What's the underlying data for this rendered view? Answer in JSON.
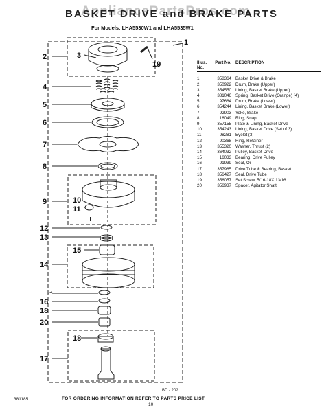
{
  "header": {
    "title": "BASKET DRIVE and BRAKE PARTS",
    "watermark": "AppliancePartsPros.com",
    "models": "For Models: LHA5530W1  and LHA5535W1"
  },
  "callouts": [
    "1",
    "2",
    "3",
    "19",
    "4",
    "5",
    "6",
    "7",
    "8",
    "9",
    "10",
    "11",
    "12",
    "13",
    "14",
    "15",
    "16",
    "18",
    "20",
    "18",
    "17"
  ],
  "table": {
    "headers": {
      "illus": "Illus. No.",
      "part": "Part No.",
      "desc": "DESCRIPTION"
    },
    "rows": [
      {
        "illus": "1",
        "part": "358364",
        "desc": "Basket Drive & Brake"
      },
      {
        "illus": "2",
        "part": "350922",
        "desc": "Drum, Brake (Upper)"
      },
      {
        "illus": "3",
        "part": "354550",
        "desc": "Lining, Basket Brake (Upper)"
      },
      {
        "illus": "4",
        "part": "381046",
        "desc": "Spring, Basket Drive (Orange) (4)"
      },
      {
        "illus": "5",
        "part": "97664",
        "desc": "Drum, Brake (Lower)"
      },
      {
        "illus": "6",
        "part": "354244",
        "desc": "Lining, Basket Brake (Lower)"
      },
      {
        "illus": "7",
        "part": "92903",
        "desc": "Yoke, Brake"
      },
      {
        "illus": "8",
        "part": "16049",
        "desc": "Ring, Snap"
      },
      {
        "illus": "9",
        "part": "357155",
        "desc": "Plate & Lining, Basket Drive"
      },
      {
        "illus": "10",
        "part": "354243",
        "desc": "Lining, Basket Drive (Set of 3)"
      },
      {
        "illus": "11",
        "part": "98281",
        "desc": "Eyelet (3)"
      },
      {
        "illus": "12",
        "part": "90368",
        "desc": "Ring, Retainer"
      },
      {
        "illus": "13",
        "part": "355320",
        "desc": "Washer, Thrust (2)"
      },
      {
        "illus": "14",
        "part": "364032",
        "desc": "Pulley, Basket Drive"
      },
      {
        "illus": "15",
        "part": "16033",
        "desc": "Bearing, Drive Pulley"
      },
      {
        "illus": "16",
        "part": "91939",
        "desc": "Seal, Oil"
      },
      {
        "illus": "17",
        "part": "357965",
        "desc": "Drive Tube & Bearing, Basket"
      },
      {
        "illus": "18",
        "part": "356427",
        "desc": "Seal, Drive Tube"
      },
      {
        "illus": "19",
        "part": "356057",
        "desc": "Set Screw, 5/16-18X 13/16"
      },
      {
        "illus": "20",
        "part": "356937",
        "desc": "Spacer, Agitator Shaft"
      }
    ]
  },
  "diagram_code": "BD - 202",
  "footer": "FOR ORDERING INFORMATION REFER TO PARTS PRICE LIST",
  "doc_number": "381185",
  "page_number": "10"
}
